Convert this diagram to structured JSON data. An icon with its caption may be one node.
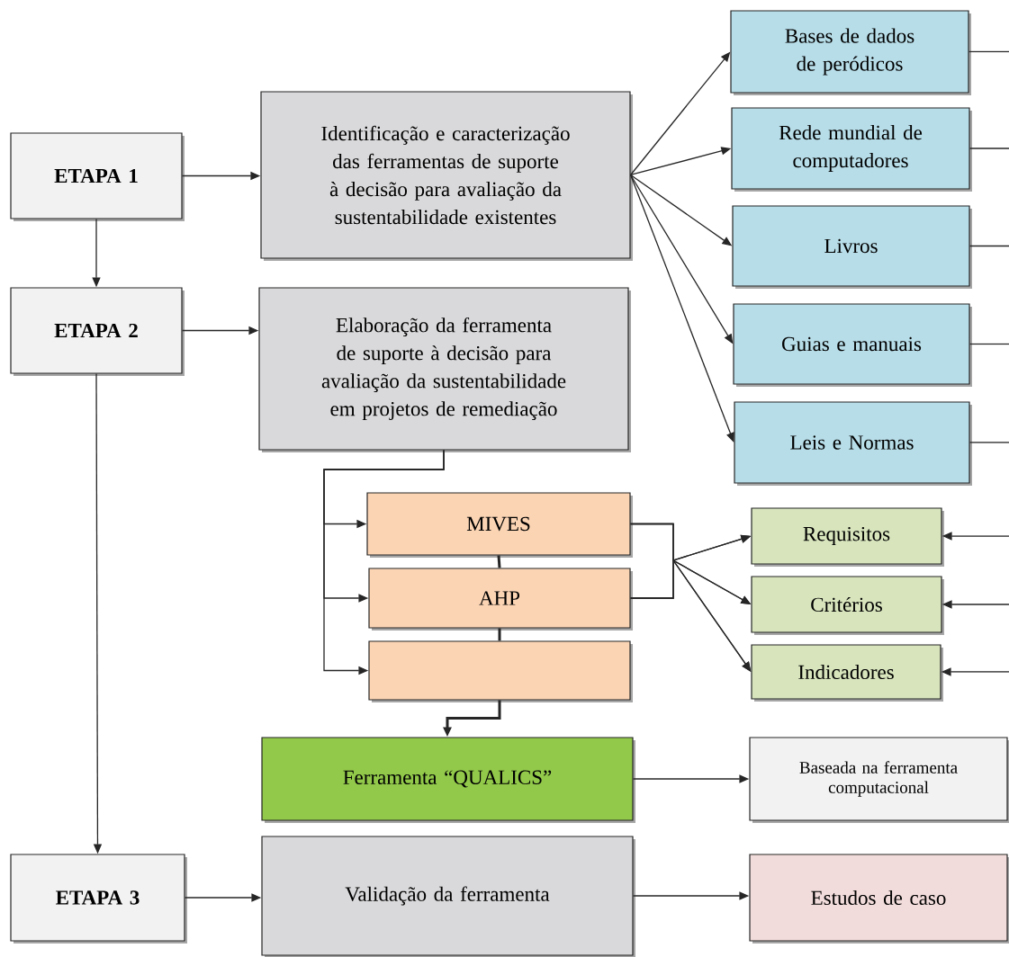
{
  "diagram": {
    "nodes": [
      {
        "text": [
          "ETAPA 1"
        ]
      },
      {
        "text": [
          "Identificação e caracterização das ferramentas de suporte à decisão para avaliação da sustentabilidade existentes"
        ]
      },
      {
        "text": [
          "ETAPA 2"
        ]
      },
      {
        "text": [
          "Elaboração da ferramenta de suporte à decisão para avaliação da sustentabilidade em projetos de remediação"
        ]
      },
      {
        "text": [
          "Bases de dados de peródicos"
        ]
      },
      {
        "text": [
          "Rede mundial de computadores"
        ]
      },
      {
        "text": [
          "Livros"
        ]
      },
      {
        "text": [
          "Guias e manuais"
        ]
      },
      {
        "text": [
          "Leis e Normas"
        ]
      },
      {
        "text": [
          "MIVES"
        ]
      },
      {
        "text": [
          "AHP"
        ]
      },
      {
        "text": [],
        "shape": "box"
      },
      {
        "text": [
          "Requisitos"
        ]
      },
      {
        "text": [
          "Critérios"
        ]
      },
      {
        "text": [
          "Indicadores"
        ]
      },
      {
        "text": [
          "Ferramenta “QUALICS”"
        ]
      },
      {
        "text": [
          "Baseada na ferramenta computacional"
        ]
      },
      {
        "text": [
          "ETAPA 3"
        ]
      },
      {
        "text": [
          "Validação da ferramenta"
        ]
      },
      {
        "text": [
          "Estudos de caso"
        ]
      }
    ],
    "edges": [
      {
        "from": 0,
        "to": 1,
        "arrow": "to"
      },
      {
        "from": 0,
        "to": 2,
        "arrow": "to"
      },
      {
        "from": 2,
        "to": 17,
        "arrow": "to"
      },
      {
        "from": 2,
        "to": 3,
        "arrow": "to"
      },
      {
        "from": 1,
        "to": 4,
        "arrow": "to"
      },
      {
        "from": 1,
        "to": 5,
        "arrow": "to"
      },
      {
        "from": 1,
        "to": 6,
        "arrow": "to"
      },
      {
        "from": 1,
        "to": 7,
        "arrow": "to"
      },
      {
        "from": 1,
        "to": 8,
        "arrow": "to"
      },
      {
        "from": 4,
        "to": null,
        "arrow": "none"
      },
      {
        "from": 5,
        "to": null,
        "arrow": "none"
      },
      {
        "from": 6,
        "to": null,
        "arrow": "none"
      },
      {
        "from": 7,
        "to": null,
        "arrow": "none"
      },
      {
        "from": 8,
        "to": null,
        "arrow": "none"
      },
      {
        "from": null,
        "to": 12,
        "arrow": "to"
      },
      {
        "from": null,
        "to": 13,
        "arrow": "to"
      },
      {
        "from": null,
        "to": 14,
        "arrow": "to"
      },
      {
        "from": 3,
        "to": 9,
        "arrow": "to"
      },
      {
        "from": 3,
        "to": 10,
        "arrow": "to"
      },
      {
        "from": 3,
        "to": 11,
        "arrow": "to"
      },
      {
        "from": 9,
        "to": 10,
        "arrow": "none",
        "style": "thick"
      },
      {
        "from": 10,
        "to": 11,
        "arrow": "none",
        "style": "thick"
      },
      {
        "from": 9,
        "to": 12,
        "arrow": "to"
      },
      {
        "from": 9,
        "to": 13,
        "arrow": "to"
      },
      {
        "from": 9,
        "to": 14,
        "arrow": "to"
      },
      {
        "from": 10,
        "to": 12,
        "arrow": "to"
      },
      {
        "from": 10,
        "to": 13,
        "arrow": "to"
      },
      {
        "from": 10,
        "to": 14,
        "arrow": "to"
      },
      {
        "from": 11,
        "to": 15,
        "arrow": "to",
        "style": "thick"
      },
      {
        "from": 15,
        "to": 16,
        "arrow": "to"
      },
      {
        "from": 17,
        "to": 18,
        "arrow": "to"
      },
      {
        "from": 18,
        "to": 19,
        "arrow": "to"
      }
    ]
  }
}
